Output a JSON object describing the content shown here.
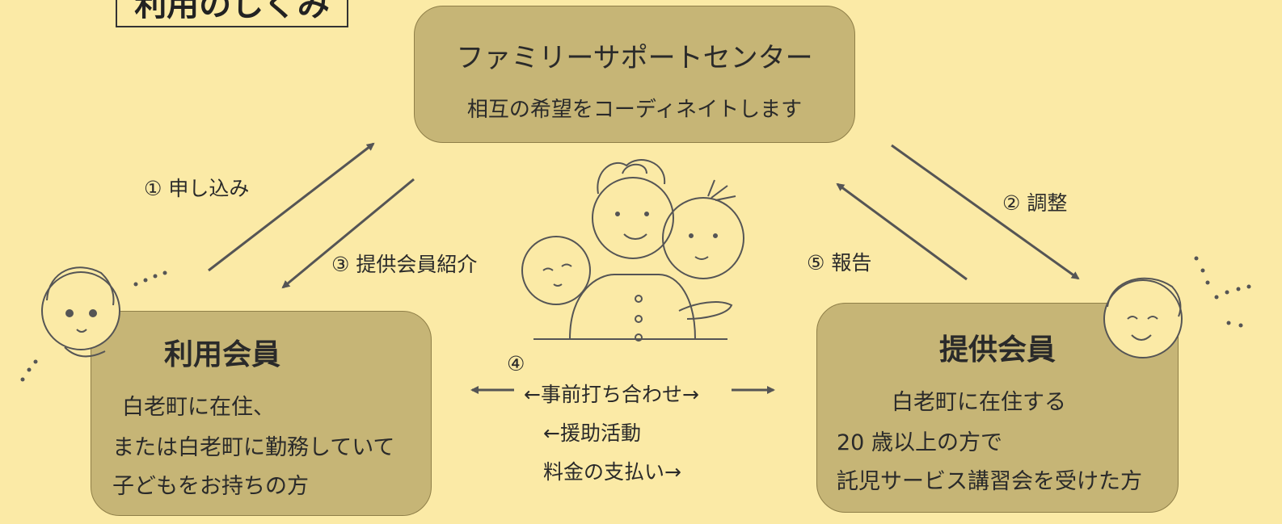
{
  "title": "利用のしくみ",
  "center": {
    "title": "ファミリーサポートセンター",
    "subtitle": "相互の希望をコーディネイトします"
  },
  "user_member": {
    "title": "利用会員",
    "lines": [
      "白老町に在住、",
      "または白老町に勤務していて",
      "子どもをお持ちの方"
    ]
  },
  "provider_member": {
    "title": "提供会員",
    "lines": [
      "白老町に在住する",
      "20 歳以上の方で",
      "託児サービス講習会を受けた方"
    ]
  },
  "steps": {
    "s1": "① 申し込み",
    "s2": "② 調整",
    "s3": "③ 提供会員紹介",
    "s5": "⑤ 報告",
    "s4_num": "④",
    "s4_a": "←事前打ち合わせ→",
    "s4_b": "←援助活動",
    "s4_c": "料金の支払い→"
  },
  "colors": {
    "background": "#fbeaa6",
    "box_fill": "#c6b576",
    "line": "#555555"
  }
}
